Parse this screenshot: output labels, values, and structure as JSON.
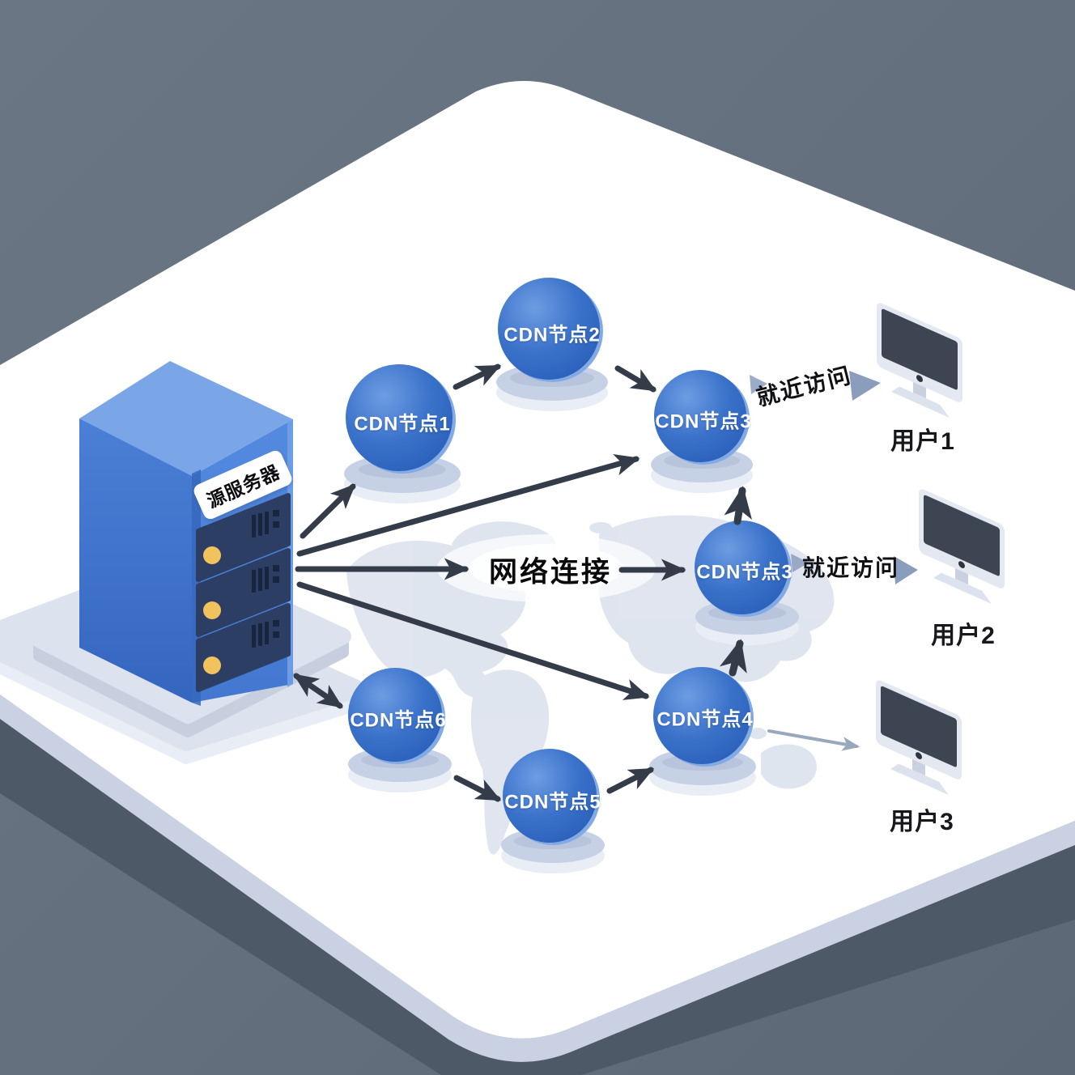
{
  "diagram": {
    "type": "cdn-architecture",
    "origin_server": {
      "label": "源服务器"
    },
    "cdn_nodes": [
      {
        "id": "cdn-node-1",
        "label": "CDN节点1"
      },
      {
        "id": "cdn-node-2",
        "label": "CDN节点2"
      },
      {
        "id": "cdn-node-3-top",
        "label": "CDN节点3"
      },
      {
        "id": "cdn-node-3-middle",
        "label": "CDN节点3"
      },
      {
        "id": "cdn-node-4",
        "label": "CDN节点4"
      },
      {
        "id": "cdn-node-5",
        "label": "CDN节点5"
      },
      {
        "id": "cdn-node-6",
        "label": "CDN节点6"
      }
    ],
    "users": [
      {
        "id": "user-1",
        "label": "用户1"
      },
      {
        "id": "user-2",
        "label": "用户2"
      },
      {
        "id": "user-3",
        "label": "用户3"
      }
    ],
    "annotations": {
      "network_connection": "网络连接",
      "nearby_access_user1": "就近访问",
      "nearby_access_user2": "就近访问"
    },
    "colors": {
      "background": "#66717f",
      "platform_top": "#ffffff",
      "platform_edge": "#c9d1e2",
      "platform_shadow": "#4e5967",
      "node_blue": "#3068c4",
      "node_blue_rim": "#82abe6",
      "disc": "#c6d1e5",
      "arrow_dark": "#353c49",
      "arrow_light": "#9aa8bd",
      "server_top": "#7aa6e8",
      "server_left": "#3d74cc",
      "server_front": "#4c84dc",
      "server_bay": "#2c3e63",
      "led_yellow": "#f2c35c",
      "monitor_body": "#e3e8f1",
      "monitor_screen": "#3d4452",
      "map": "#c6d0e3"
    }
  }
}
